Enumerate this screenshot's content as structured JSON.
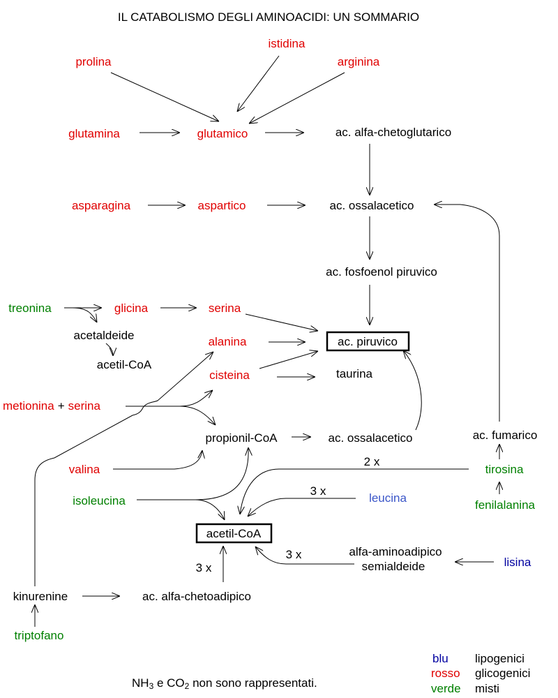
{
  "colors": {
    "red": "#e00000",
    "green": "#008000",
    "blue": "#0000a0",
    "lightblue": "#3a55c8",
    "black": "#000000"
  },
  "title": "IL CATABOLISMO DEGLI AMINOACIDI: UN SOMMARIO",
  "labels": {
    "istidina": "istidina",
    "prolina": "prolina",
    "arginina": "arginina",
    "glutamina": "glutamina",
    "glutamico": "glutamico",
    "chetoglutarico": "ac. alfa-chetoglutarico",
    "asparagina": "asparagina",
    "aspartico": "aspartico",
    "ossalacetico1": "ac. ossalacetico",
    "fosfoenol": "ac. fosfoenol piruvico",
    "treonina": "treonina",
    "glicina": "glicina",
    "serina1": "serina",
    "acetaldeide": "acetaldeide",
    "acetilcoa_small": "acetil-CoA",
    "alanina": "alanina",
    "piruvico": "ac. piruvico",
    "cisteina": "cisteina",
    "taurina": "taurina",
    "metionina": "metionina",
    "plus": "+",
    "serina2": "serina",
    "propionil": "propionil-CoA",
    "ossalacetico2": "ac. ossalacetico",
    "fumarico": "ac. fumarico",
    "valina": "valina",
    "tirosina": "tirosina",
    "x2": "2 x",
    "isoleucina": "isoleucina",
    "x3_leu": "3 x",
    "leucina": "leucina",
    "fenilalanina": "fenilalanina",
    "acetilcoa_box": "acetil-CoA",
    "aminoadipico1": "alfa-aminoadipico",
    "aminoadipico2": "semialdeide",
    "x3_lis": "3 x",
    "lisina": "lisina",
    "x3_kin": "3 x",
    "kinurenine": "kinurenine",
    "chetoadipico": "ac. alfa-chetoadipico",
    "triptofano": "triptofano"
  },
  "legend": {
    "blue_word": "blu",
    "blue_meaning": "lipogenici",
    "red_word": "rosso",
    "red_meaning": "glicogenici",
    "green_word": "verde",
    "green_meaning": "misti"
  },
  "footnote": {
    "nh": "NH",
    "sub1": "3",
    "mid": " e CO",
    "sub2": "2",
    "rest": " non sono rappresentati."
  }
}
